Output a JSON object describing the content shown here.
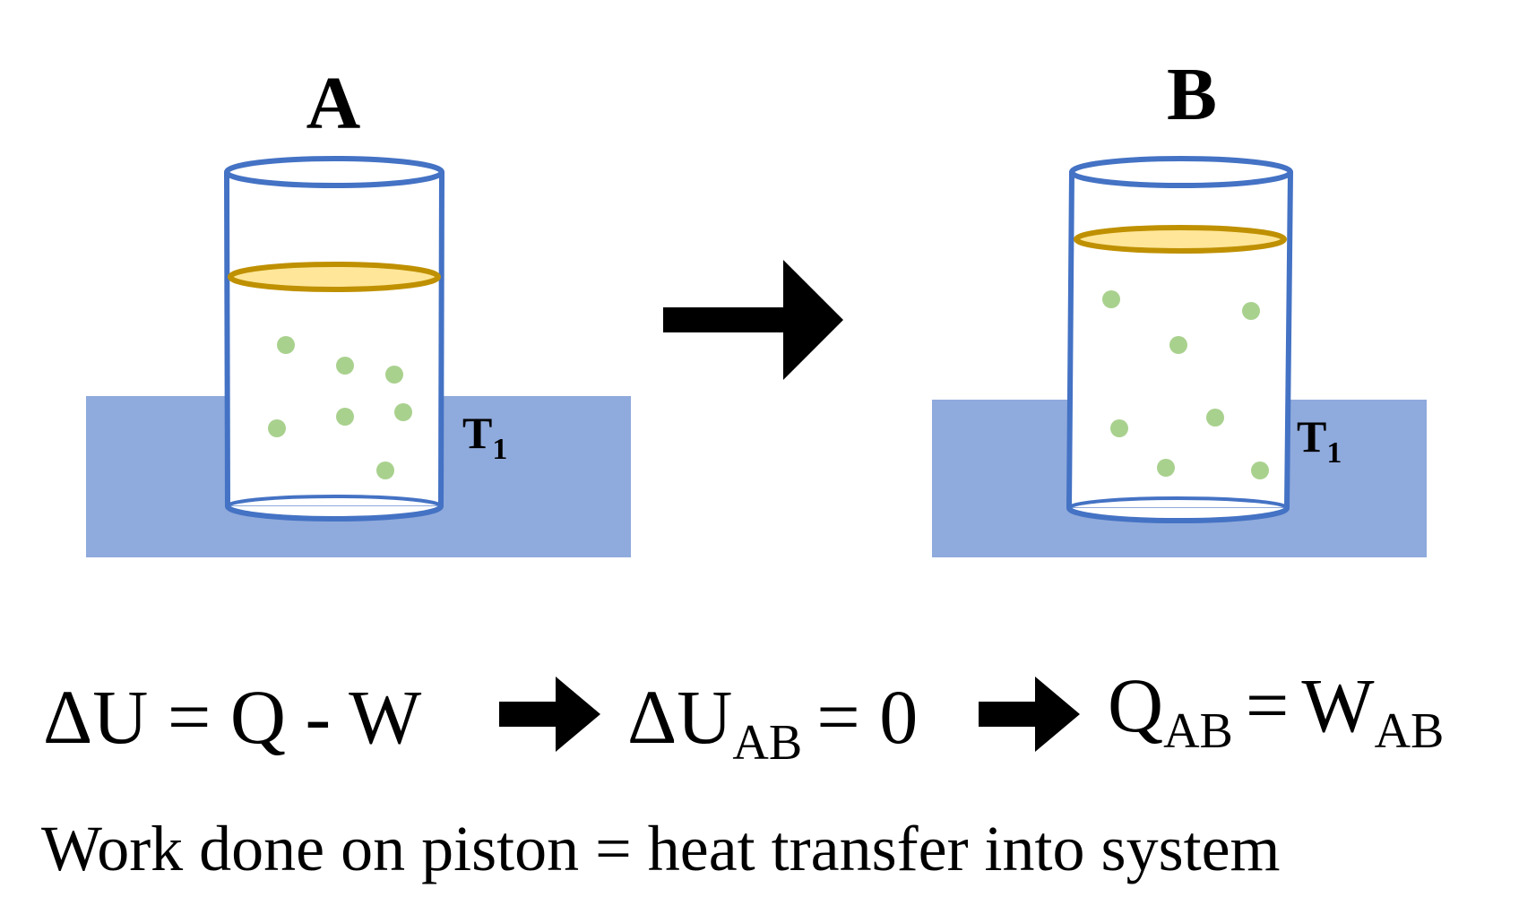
{
  "colors": {
    "cylinder_outline": "#4472C4",
    "reservoir_fill": "#8FAADC",
    "piston_fill": "#FFE699",
    "piston_outline": "#BF9000",
    "particle": "#A9D18E",
    "arrow": "#000000",
    "text": "#000000"
  },
  "state_a": {
    "label": "A",
    "temperature": {
      "symbol": "T",
      "subscript": "1"
    }
  },
  "state_b": {
    "label": "B",
    "temperature": {
      "symbol": "T",
      "subscript": "1"
    }
  },
  "equation": {
    "first_law": "ΔU = Q - W",
    "energy_change_symbol": "ΔU",
    "energy_change_subscript": "AB",
    "energy_change_value": "= 0",
    "heat_symbol": "Q",
    "heat_subscript": "AB",
    "equals": "=",
    "work_symbol": "W",
    "work_subscript": "AB"
  },
  "caption": "Work done on piston = heat transfer into system"
}
